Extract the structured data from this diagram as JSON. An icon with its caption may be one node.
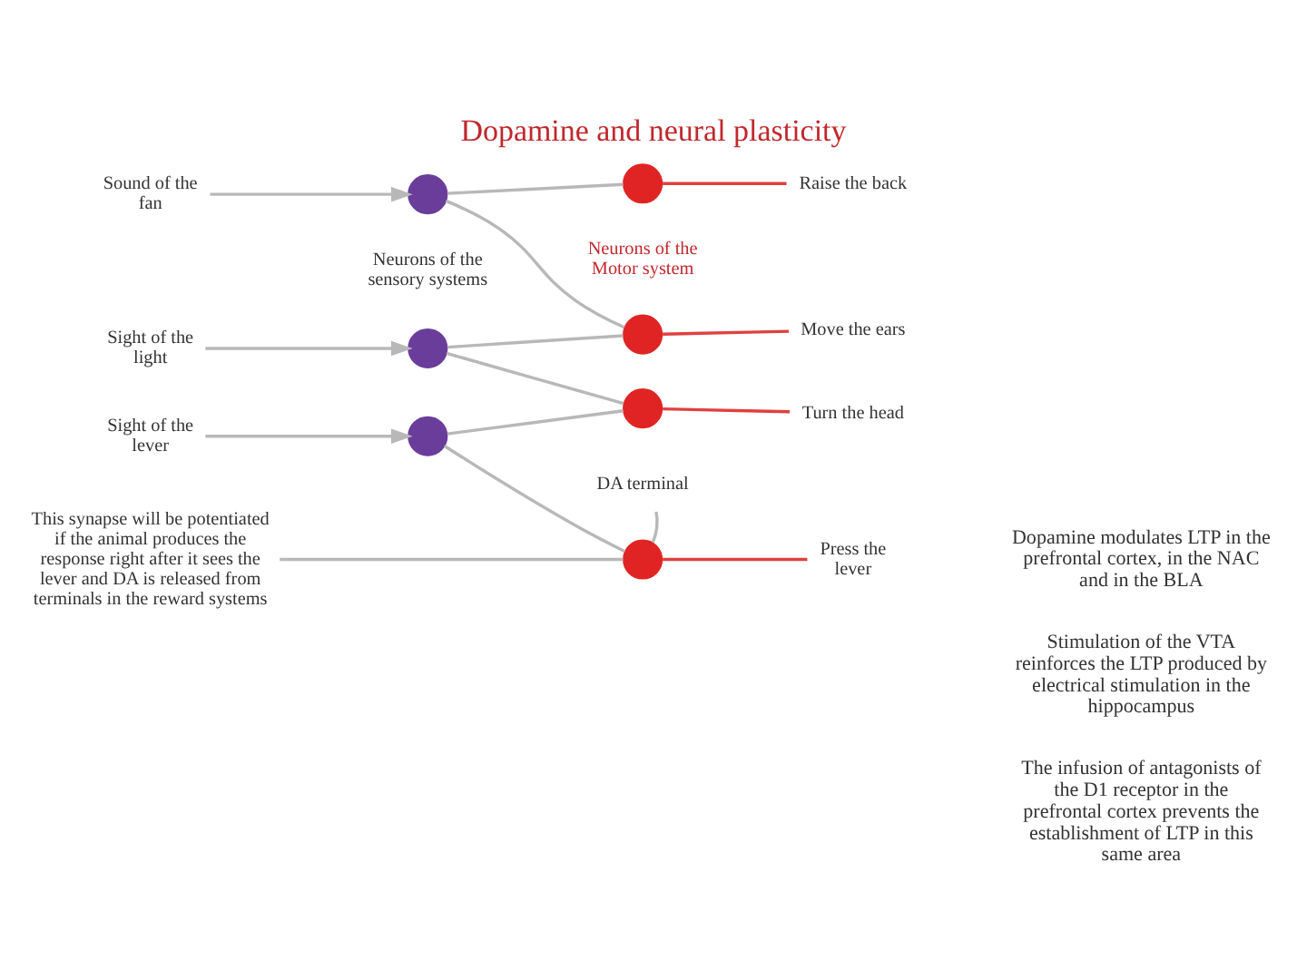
{
  "diagram": {
    "title": "Dopamine and neural plasticity",
    "nodes": [
      {
        "text": [
          "This synapse will be potentiated if the animal produces the response right after it sees the lever and DA is released from terminals in the reward systems"
        ]
      },
      {
        "text": [
          "DA terminal"
        ]
      },
      {
        "text": [
          "Sight of the lever"
        ]
      },
      {
        "text": [
          "Sight of the light"
        ]
      },
      {
        "text": [
          "Sound of the fan"
        ]
      },
      {
        "text": [],
        "shape": "circle"
      },
      {
        "text": [],
        "shape": "circle"
      },
      {
        "text": [],
        "shape": "circle"
      },
      {
        "text": [],
        "shape": "circle"
      },
      {
        "text": [],
        "shape": "circle"
      },
      {
        "text": [],
        "shape": "circle"
      },
      {
        "text": [],
        "shape": "circle"
      },
      {
        "text": [
          "Press the lever"
        ]
      },
      {
        "text": [
          "Turn the head"
        ]
      },
      {
        "text": [
          "Move the ears"
        ]
      },
      {
        "text": [
          "Raise the back"
        ]
      }
    ],
    "edges": [
      {
        "from": 2,
        "to": 5,
        "arrow": "to"
      },
      {
        "from": 3,
        "to": 6,
        "arrow": "to"
      },
      {
        "from": 4,
        "to": 7,
        "arrow": "to"
      },
      {
        "from": 5,
        "to": 8,
        "arrow": "none"
      },
      {
        "from": 5,
        "to": 9,
        "arrow": "none"
      },
      {
        "from": 6,
        "to": 9,
        "arrow": "none"
      },
      {
        "from": 6,
        "to": 10,
        "arrow": "none"
      },
      {
        "from": 7,
        "to": 10,
        "arrow": "none"
      },
      {
        "from": 7,
        "to": 11,
        "arrow": "none"
      },
      {
        "from": 8,
        "to": 12,
        "arrow": "none",
        "color": "#e04040"
      },
      {
        "from": 9,
        "to": 13,
        "arrow": "none",
        "color": "#e04040"
      },
      {
        "from": 10,
        "to": 14,
        "arrow": "none",
        "color": "#e04040"
      },
      {
        "from": 11,
        "to": 15,
        "arrow": "none",
        "color": "#e04040"
      },
      {
        "from": 0,
        "to": 8,
        "arrow": "none"
      },
      {
        "from": 1,
        "to": 8,
        "arrow": "none"
      }
    ],
    "labels": [
      "Neurons of the sensory systems",
      "Neurons of the Motor system",
      "Dopamine modulates LTP in the prefrontal cortex, in the NAC and in the BLA",
      "Stimulation of the VTA reinforces the LTP produced by electrical stimulation in the hippocampus",
      "The infusion of antagonists of the D1 receptor in the prefrontal cortex prevents the establishment of LTP in this same area"
    ]
  }
}
